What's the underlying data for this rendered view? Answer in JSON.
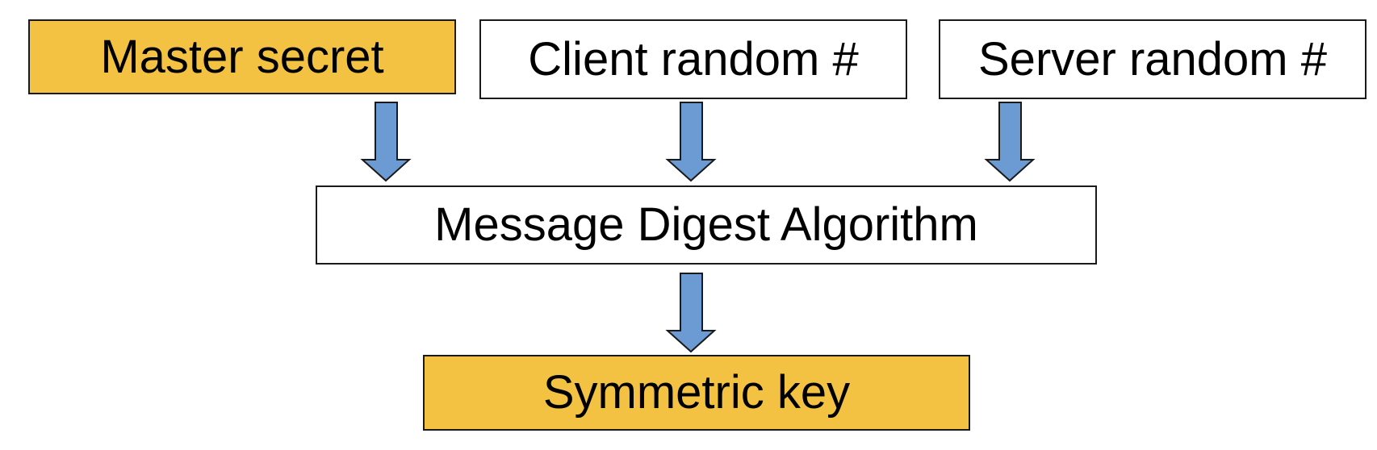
{
  "nodes": {
    "master_secret": {
      "label": "Master secret",
      "fill": "#f4c242"
    },
    "client_random": {
      "label": "Client random #",
      "fill": "#ffffff"
    },
    "server_random": {
      "label": "Server random #",
      "fill": "#ffffff"
    },
    "digest": {
      "label": "Message Digest Algorithm",
      "fill": "#ffffff"
    },
    "symmetric_key": {
      "label": "Symmetric key",
      "fill": "#f4c242"
    }
  },
  "edges": [
    {
      "from": "master_secret",
      "to": "digest"
    },
    {
      "from": "client_random",
      "to": "digest"
    },
    {
      "from": "server_random",
      "to": "digest"
    },
    {
      "from": "digest",
      "to": "symmetric_key"
    }
  ],
  "colors": {
    "arrow_fill": "#6b9bd2",
    "highlight_fill": "#f4c242",
    "border": "#1a1a1a"
  }
}
